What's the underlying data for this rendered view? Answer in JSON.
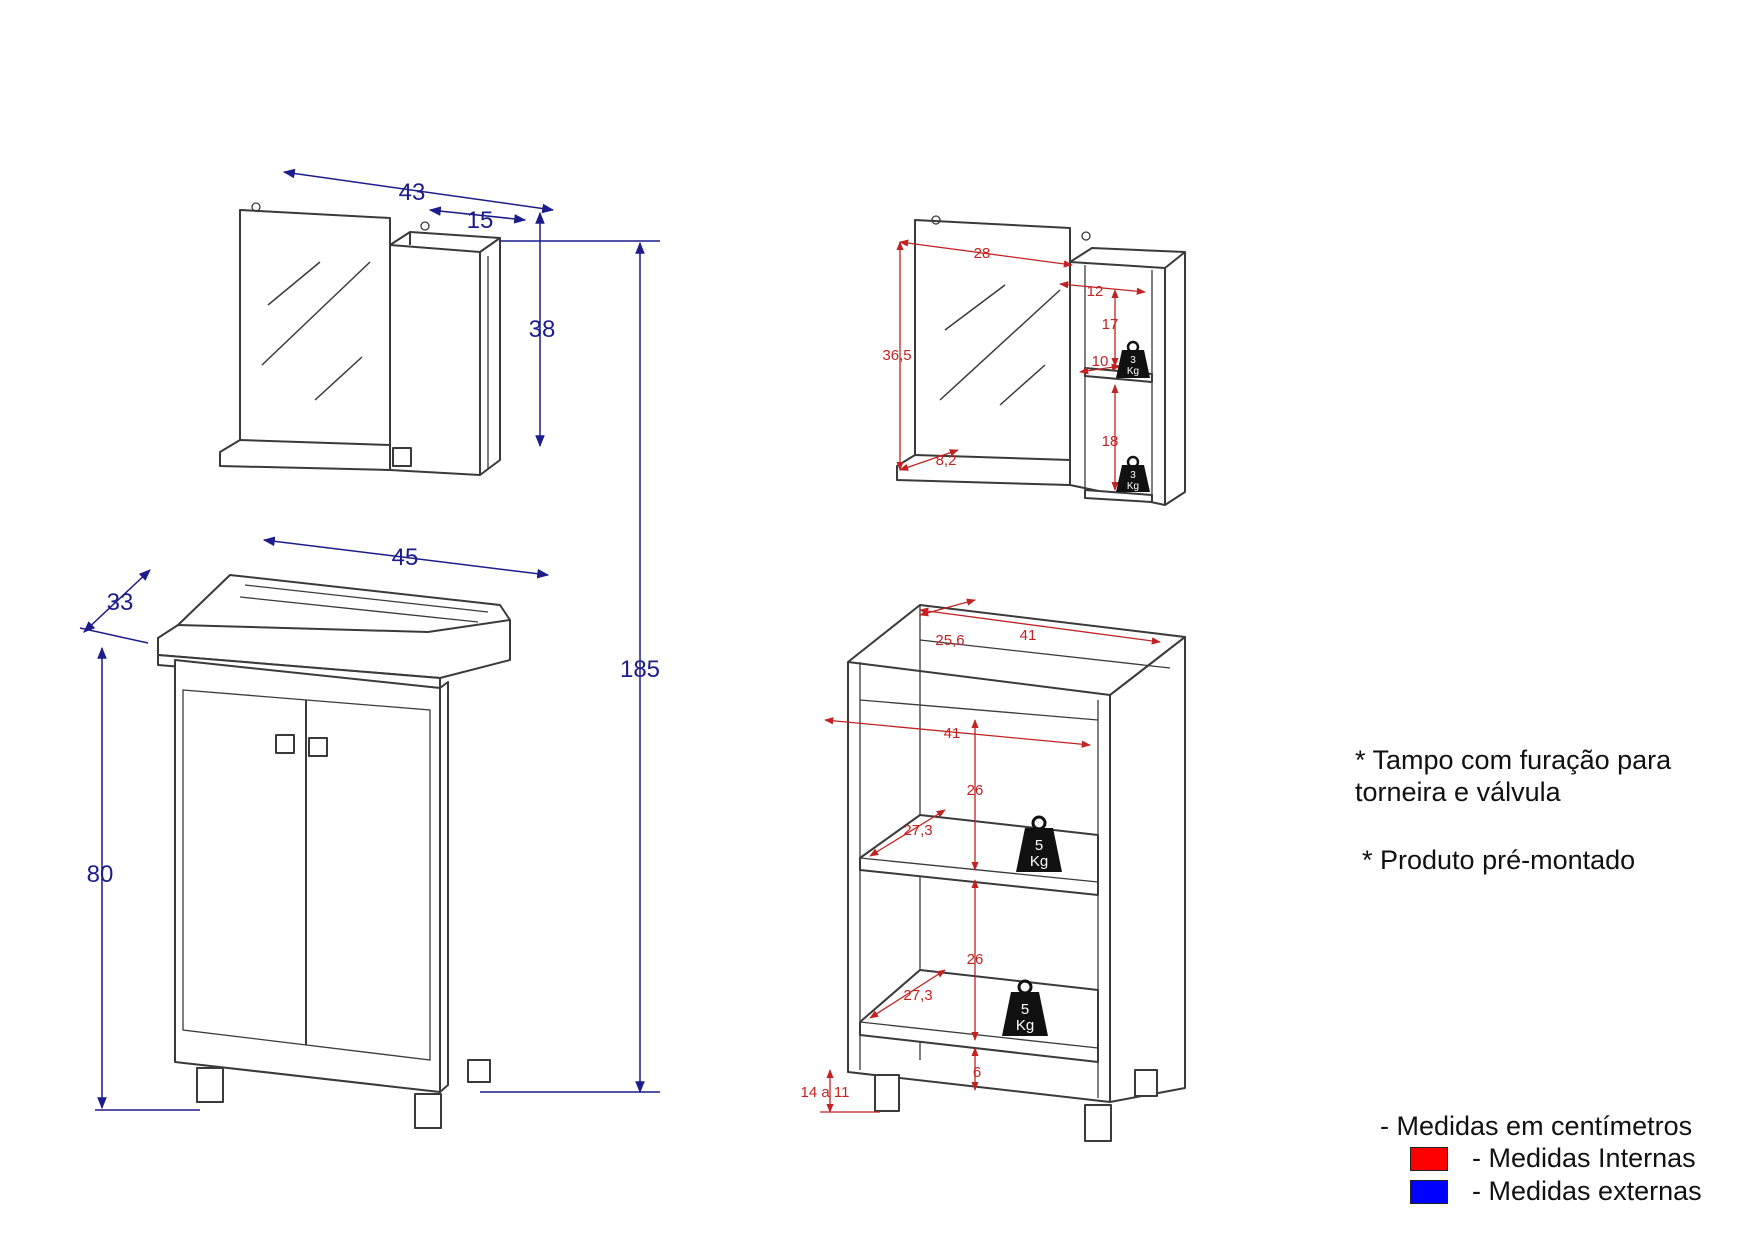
{
  "colors": {
    "external": "#1c1c8c",
    "internal": "#c32222",
    "swatch_internal": "#ff0000",
    "swatch_external": "#0000ff"
  },
  "dimensions": {
    "mirror_width": "43",
    "mirror_cabinet_width": "15",
    "mirror_height": "38",
    "cabinet_width": "45",
    "cabinet_depth": "33",
    "cabinet_height": "80",
    "total_height": "185"
  },
  "internal": {
    "mirror_inner_width": "28",
    "mirror_inner_height": "36,5",
    "shelf_depth": "8,2",
    "niche_width": "12",
    "niche_top_height": "17",
    "niche_depth": "10",
    "niche_bottom_height": "18",
    "top_depth": "25,6",
    "top_width": "41",
    "inner_width": "41",
    "upper_space": "26",
    "upper_shelf_depth": "27,3",
    "lower_space": "26",
    "lower_shelf_depth": "27,3",
    "plinth": "6",
    "feet": "14 a 11"
  },
  "weights": {
    "small": {
      "value": "3",
      "unit": "Kg"
    },
    "large": {
      "value": "5",
      "unit": "Kg"
    }
  },
  "notes": {
    "tampo_line1": "* Tampo com furação para",
    "tampo_line2": "torneira e válvula",
    "produto": "* Produto pré-montado"
  },
  "legend": {
    "title": "- Medidas em centímetros",
    "internal_label": "- Medidas Internas",
    "external_label": "- Medidas externas"
  }
}
